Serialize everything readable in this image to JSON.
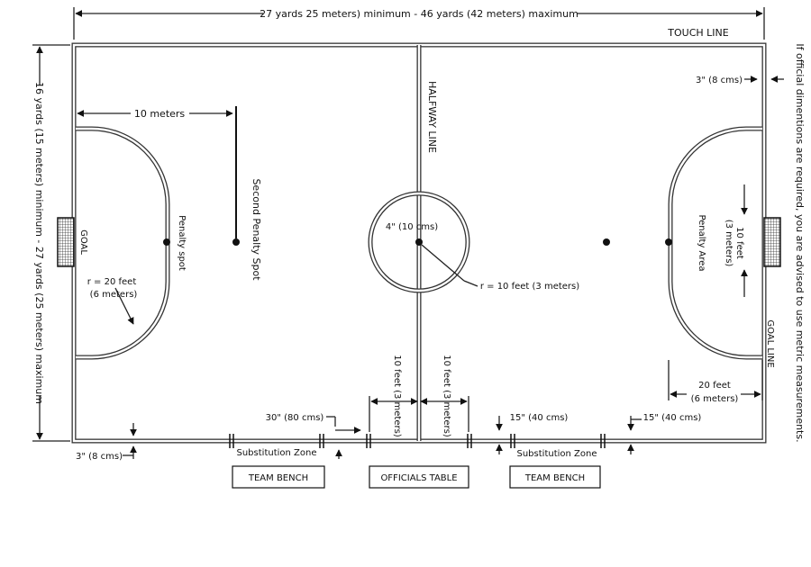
{
  "diagram": {
    "top_dimension": "27 yards  25 meters) minimum  -  46 yards (42 meters) maximum",
    "touch_line": "TOUCH LINE",
    "side_dimension": "16 yards (15 meters) minimum  -  27 yards (25 meters) maximum",
    "right_note": "If official dimentions are required, you are advised to use metric measurements.",
    "ten_meters": "10 meters",
    "halfway_line": "HALFWAY LINE",
    "three_inch_top": "3\" (8 cms)",
    "second_penalty_spot": "Second Penalty Spot",
    "penalty_spot": "Penalty spot",
    "goal_left": "GOAL",
    "center_spot": "4\" (10 cms)",
    "radius_20_line1": "r = 20 feet",
    "radius_20_line2": "(6 meters)",
    "radius_10": "r = 10 feet (3 meters)",
    "penalty_area": "Penalty Area",
    "ten_feet_line1": "10 feet",
    "ten_feet_line2": "(3 meters)",
    "goal_line": "GOAL LINE",
    "twenty_feet_line1": "20 feet",
    "twenty_feet_line2": "(6 meters)",
    "sub_10ft_left": "10 feet (3 meters)",
    "sub_10ft_right": "10 feet (3 meters)",
    "thirty_inch": "30\" (80 cms)",
    "fifteen_inch_left": "15\" (40 cms)",
    "fifteen_inch_right": "15\" (40 cms)",
    "three_inch_bottom": "3\" (8 cms)",
    "substitution_zone_left": "Substitution Zone",
    "substitution_zone_right": "Substitution Zone",
    "team_bench_left": "TEAM BENCH",
    "officials_table": "OFFICIALS TABLE",
    "team_bench_right": "TEAM BENCH"
  }
}
